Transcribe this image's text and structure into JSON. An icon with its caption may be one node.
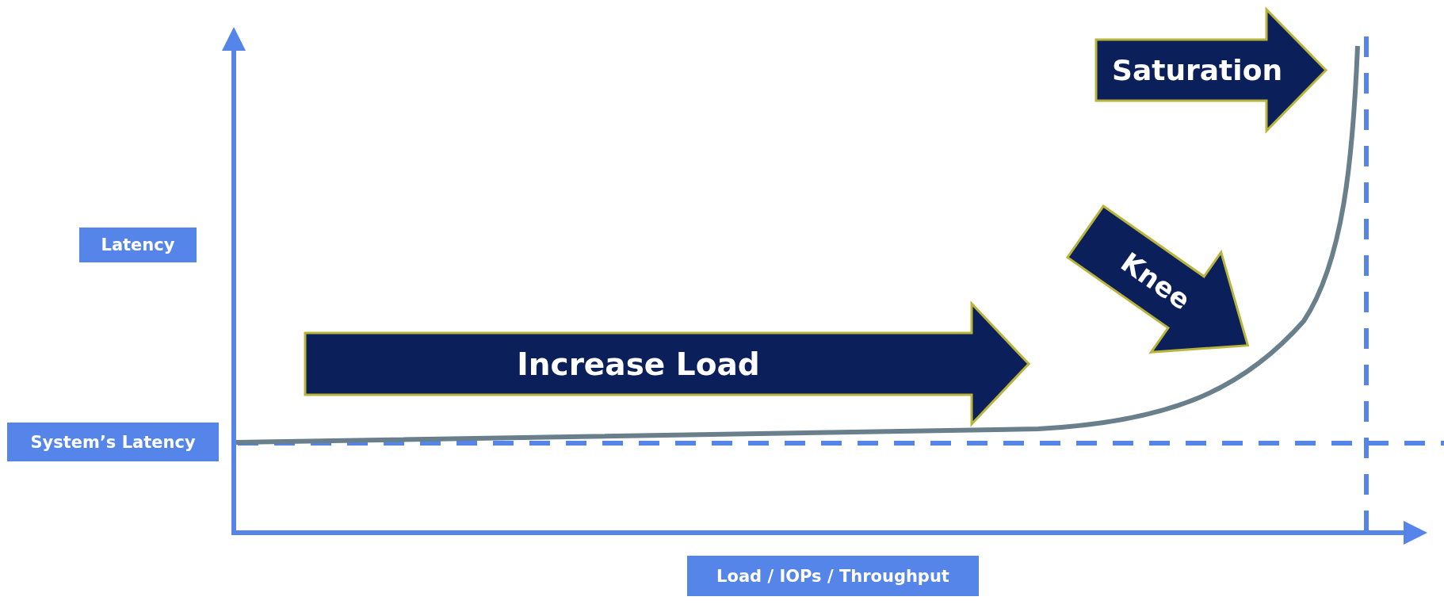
{
  "diagram": {
    "nodes": [
      {
        "text": [
          "Saturation"
        ]
      },
      {
        "text": [
          "Latency"
        ]
      },
      {
        "text": [
          "Knee"
        ]
      },
      {
        "text": [
          "Increase Load"
        ]
      },
      {
        "text": [
          "System’s Latency"
        ]
      },
      {
        "text": [
          "Load / IOPs / Throughput"
        ]
      }
    ]
  }
}
